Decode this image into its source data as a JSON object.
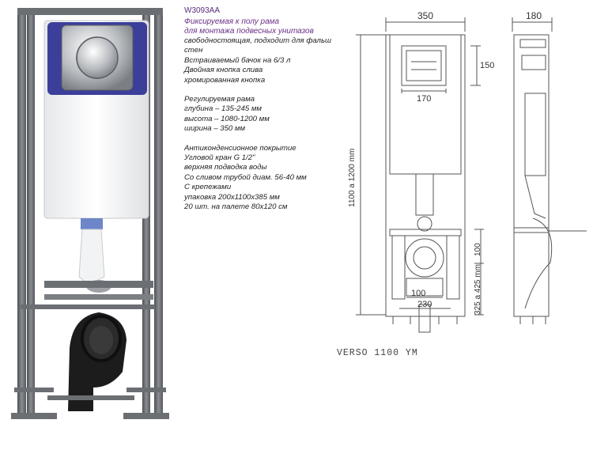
{
  "product": {
    "code": "W3093AA",
    "title_lines": [
      "Фиксируемая к полу рама",
      "для монтажа подвесных унитазов"
    ],
    "desc_lines": [
      "свободностоящая, подходит для фальш",
      "стен",
      "Встраиваемый бачок на 6/3 л",
      "Двойная кнопка слива",
      "хромированная кнопка"
    ],
    "frame_lines": [
      "Регулируемая рама",
      "глубина – 135-245 мм",
      "высота – 1080-1200 мм",
      "ширина – 350 мм"
    ],
    "extra_lines": [
      "Антиконденсионное покрытие",
      "Угловой кран G 1/2\"",
      "верхняя подводка воды",
      "Со сливом трубой диам. 56-40 мм",
      "С крепежами",
      "упаковка 200x1100x385 мм",
      "20 шт. на палете 80x120 см"
    ]
  },
  "drawing": {
    "dim_width": "350",
    "dim_depth": "180",
    "dim_button_height": "150",
    "dim_button_width": "170",
    "dim_height": "1100 a 1200 mm",
    "dim_drain_upper": "100",
    "dim_drain_range": "325 a 425 mm",
    "dim_bottom_inner": "100",
    "dim_bottom_outer": "230",
    "model_label": "VERSO 1100 YM"
  },
  "colors": {
    "frame": "#6b6f73",
    "button_plate": "#3b3f9a",
    "pipe_blue": "#6d86c9",
    "bend": "#1c1c1c",
    "title_text": "#6a2f86"
  }
}
